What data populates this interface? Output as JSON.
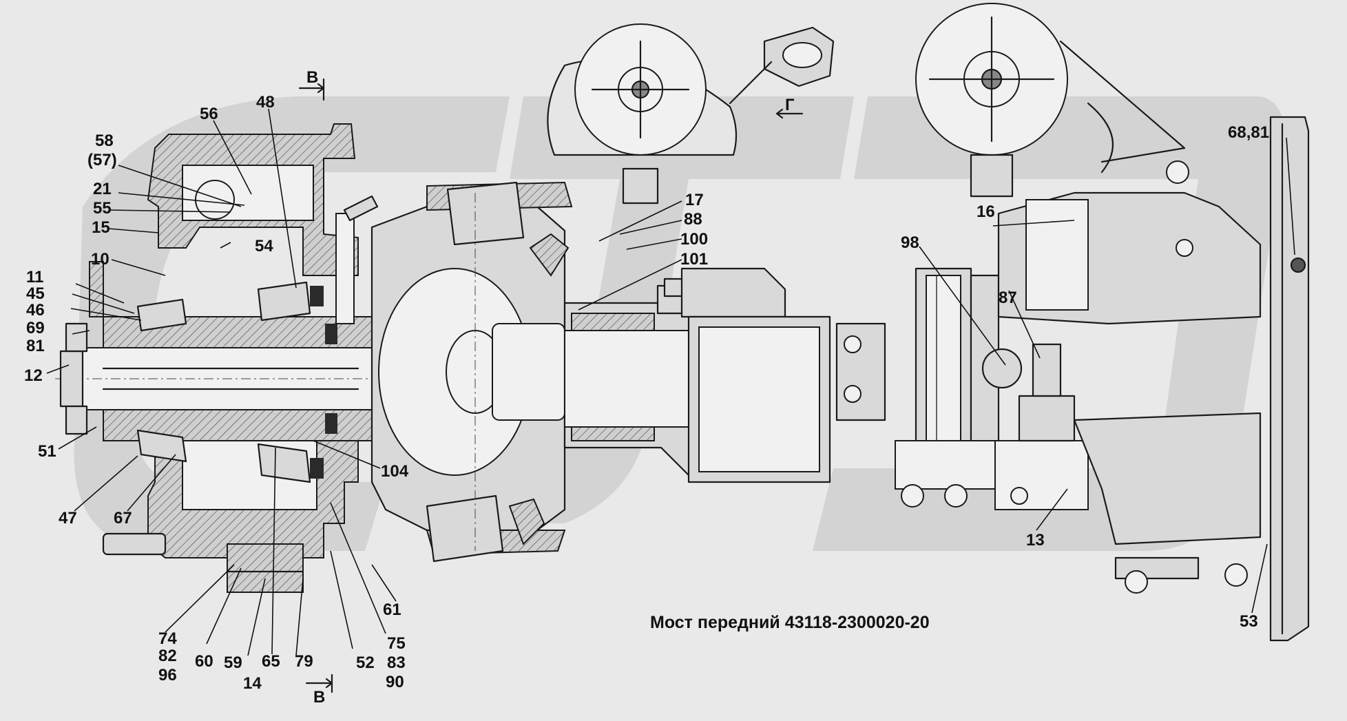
{
  "title": "Мост передний 43118-2300020-20",
  "section_marks": {
    "top": "В",
    "bottom": "В",
    "view": "Г"
  },
  "callouts": [
    {
      "id": "c56",
      "text": "56"
    },
    {
      "id": "c48",
      "text": "48"
    },
    {
      "id": "c58",
      "text": "58"
    },
    {
      "id": "c57",
      "text": "(57)"
    },
    {
      "id": "c21",
      "text": "21"
    },
    {
      "id": "c55",
      "text": "55"
    },
    {
      "id": "c15",
      "text": "15"
    },
    {
      "id": "c54",
      "text": "54"
    },
    {
      "id": "c10",
      "text": "10"
    },
    {
      "id": "c11",
      "text": "11"
    },
    {
      "id": "c45",
      "text": "45"
    },
    {
      "id": "c46",
      "text": "46"
    },
    {
      "id": "c69",
      "text": "69"
    },
    {
      "id": "c81a",
      "text": "81"
    },
    {
      "id": "c12",
      "text": "12"
    },
    {
      "id": "c51",
      "text": "51"
    },
    {
      "id": "c47",
      "text": "47"
    },
    {
      "id": "c67",
      "text": "67"
    },
    {
      "id": "c74",
      "text": "74"
    },
    {
      "id": "c82a",
      "text": "82"
    },
    {
      "id": "c96",
      "text": "96"
    },
    {
      "id": "c60",
      "text": "60"
    },
    {
      "id": "c59",
      "text": "59"
    },
    {
      "id": "c14",
      "text": "14"
    },
    {
      "id": "c65",
      "text": "65"
    },
    {
      "id": "c79",
      "text": "79"
    },
    {
      "id": "c52",
      "text": "52"
    },
    {
      "id": "c75",
      "text": "75"
    },
    {
      "id": "c83",
      "text": "83"
    },
    {
      "id": "c90",
      "text": "90"
    },
    {
      "id": "c61",
      "text": "61"
    },
    {
      "id": "c104",
      "text": "104"
    },
    {
      "id": "c17",
      "text": "17"
    },
    {
      "id": "c88",
      "text": "88"
    },
    {
      "id": "c100",
      "text": "100"
    },
    {
      "id": "c101",
      "text": "101"
    },
    {
      "id": "c98",
      "text": "98"
    },
    {
      "id": "c16",
      "text": "16"
    },
    {
      "id": "c87",
      "text": "87"
    },
    {
      "id": "c13",
      "text": "13"
    },
    {
      "id": "c6881",
      "text": "68,81"
    },
    {
      "id": "c53",
      "text": "53"
    }
  ]
}
